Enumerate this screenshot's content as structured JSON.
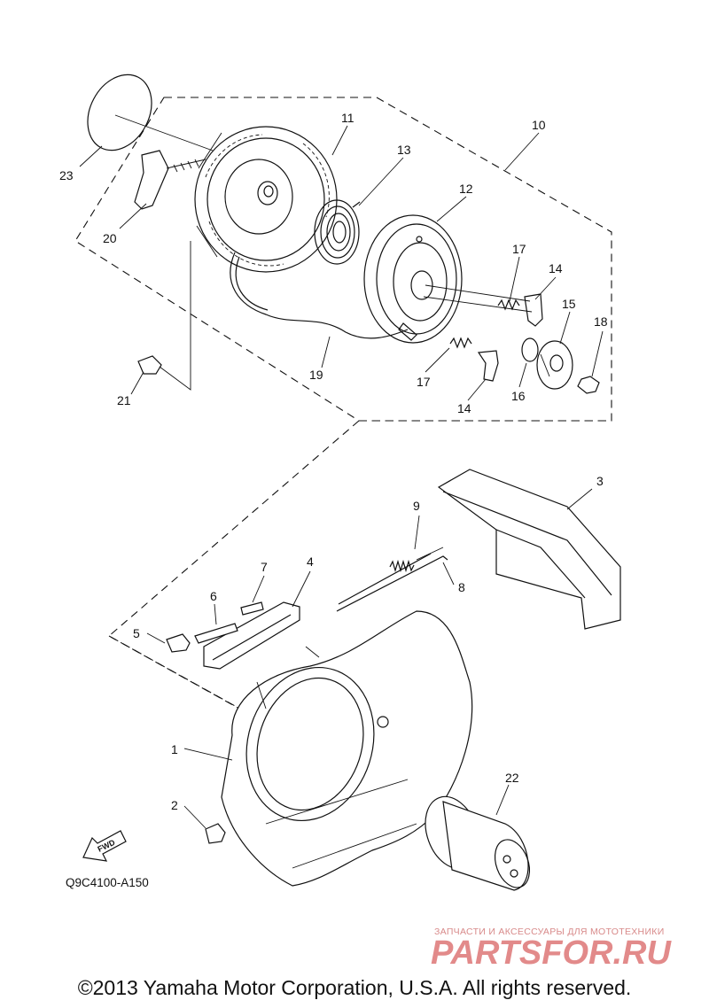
{
  "callouts": {
    "p1": "1",
    "p2": "2",
    "p3": "3",
    "p4": "4",
    "p5": "5",
    "p6": "6",
    "p7": "7",
    "p8": "8",
    "p9": "9",
    "p10": "10",
    "p11": "11",
    "p12": "12",
    "p13": "13",
    "p14a": "14",
    "p14b": "14",
    "p15": "15",
    "p16": "16",
    "p17a": "17",
    "p17b": "17",
    "p18": "18",
    "p19": "19",
    "p20": "20",
    "p21": "21",
    "p22": "22",
    "p23": "23"
  },
  "fwd_badge": "FWD",
  "diagram_code": "Q9C4100-A150",
  "watermark": {
    "tagline": "ЗАПЧАСТИ И АКСЕССУАРЫ ДЛЯ МОТОТЕХНИКИ",
    "brand": "PARTSFOR.RU"
  },
  "copyright": "©2013 Yamaha Motor Corporation, U.S.A. All rights reserved."
}
